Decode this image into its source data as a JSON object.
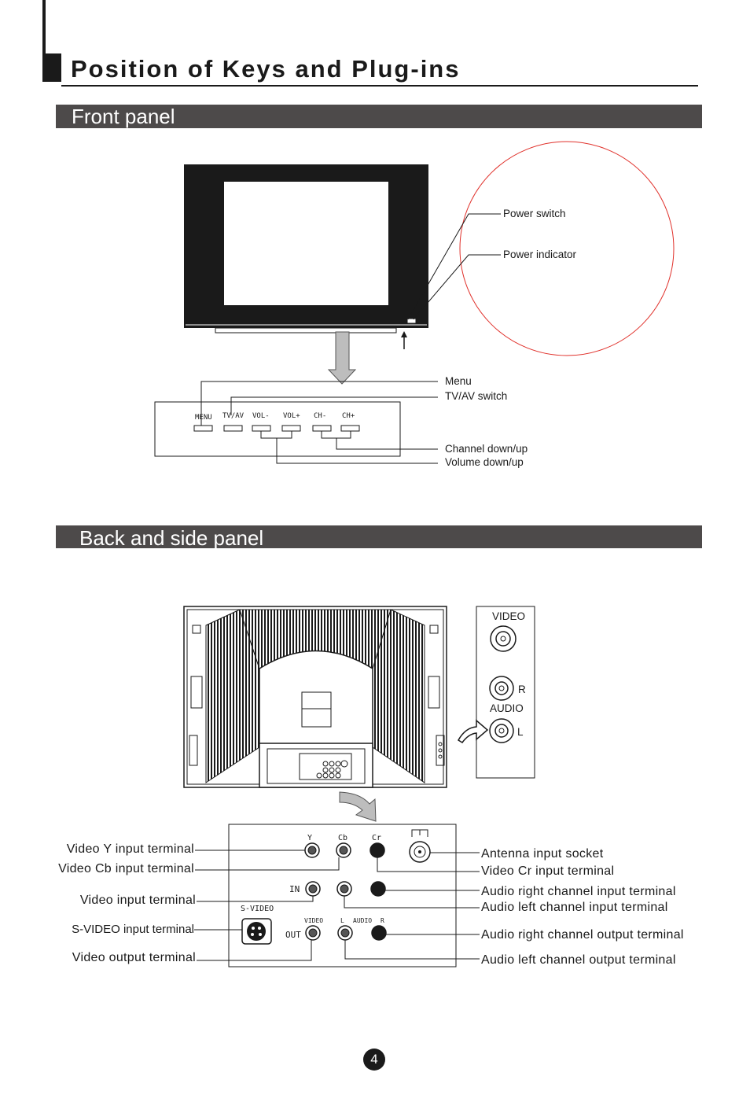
{
  "header": {
    "title": "Position of Keys and Plug-ins"
  },
  "front_panel": {
    "heading": "Front panel",
    "callouts": {
      "power_switch": "Power switch",
      "power_indicator": "Power indicator",
      "menu": "Menu",
      "tv_av_switch": "TV/AV switch",
      "channel_down_up": "Channel down/up",
      "volume_down_up": "Volume down/up"
    },
    "buttons": [
      "MENU",
      "TV/AV",
      "VOL-",
      "VOL+",
      "CH-",
      "CH+"
    ]
  },
  "back_panel": {
    "heading": "Back  and side panel",
    "side_jacks": {
      "video": "VIDEO",
      "r": "R",
      "audio": "AUDIO",
      "l": "L"
    },
    "terminal_labels": {
      "y": "Y",
      "cb": "Cb",
      "cr": "Cr",
      "in": "IN",
      "s_video": "S-VIDEO",
      "video": "VIDEO",
      "l": "L",
      "audio": "AUDIO",
      "r": "R",
      "out": "OUT"
    },
    "left_callouts": [
      "Video Y input terminal",
      "Video Cb input terminal",
      "Video input terminal",
      "S-VIDEO input terminal",
      "Video output terminal"
    ],
    "right_callouts": [
      "Antenna input socket",
      "Video Cr input terminal",
      "Audio right channel input terminal",
      "Audio left channel input terminal",
      "Audio right channel output terminal",
      "Audio left channel output terminal"
    ]
  },
  "footer": {
    "page_number": "4"
  }
}
